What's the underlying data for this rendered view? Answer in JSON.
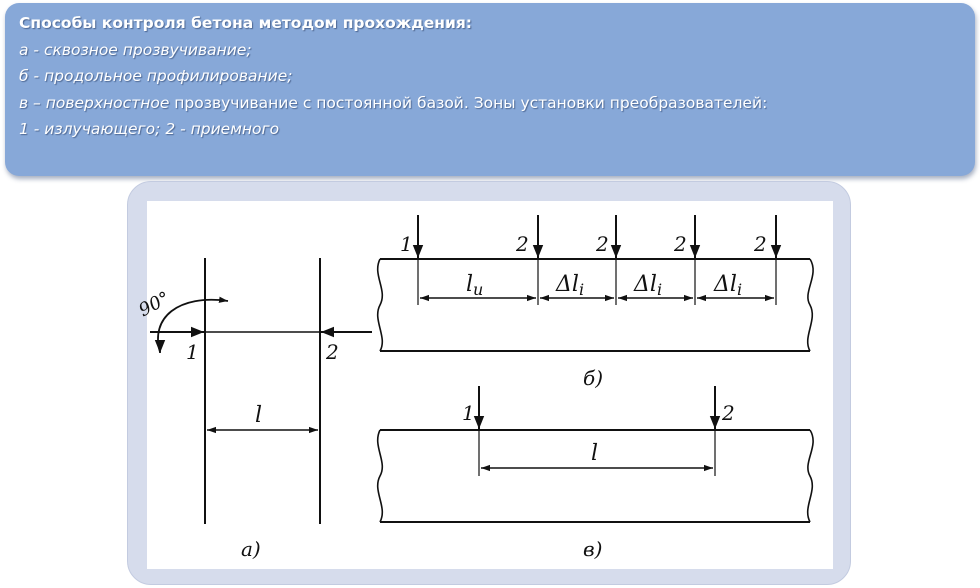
{
  "header": {
    "title": "Способы контроля бетона методом прохождения:",
    "line_a": "а - сквозное прозвучивание;",
    "line_b": " б - продольное профилирование;",
    "line_c_italic": "в – поверхностное",
    "line_c_rest": " прозвучивание с постоянной базой. Зоны установки преобразователей:",
    "line_d": "1 - излучающего; 2 - приемного"
  },
  "diagram": {
    "panel_a": {
      "caption": "а)",
      "angle": "90°",
      "emitter": "1",
      "receiver": "2",
      "distance": "l"
    },
    "panel_b": {
      "caption": "б)",
      "emitter": "1",
      "receiver": "2",
      "base_distance": "l",
      "base_subscript": "и",
      "step_distance": "Δl",
      "step_subscript": "i"
    },
    "panel_c": {
      "caption": "в)",
      "emitter": "1",
      "receiver": "2",
      "distance": "l"
    }
  },
  "colors": {
    "header_bg": "#87a8d8",
    "frame_bg": "#d6dcec",
    "ink": "#111111"
  }
}
